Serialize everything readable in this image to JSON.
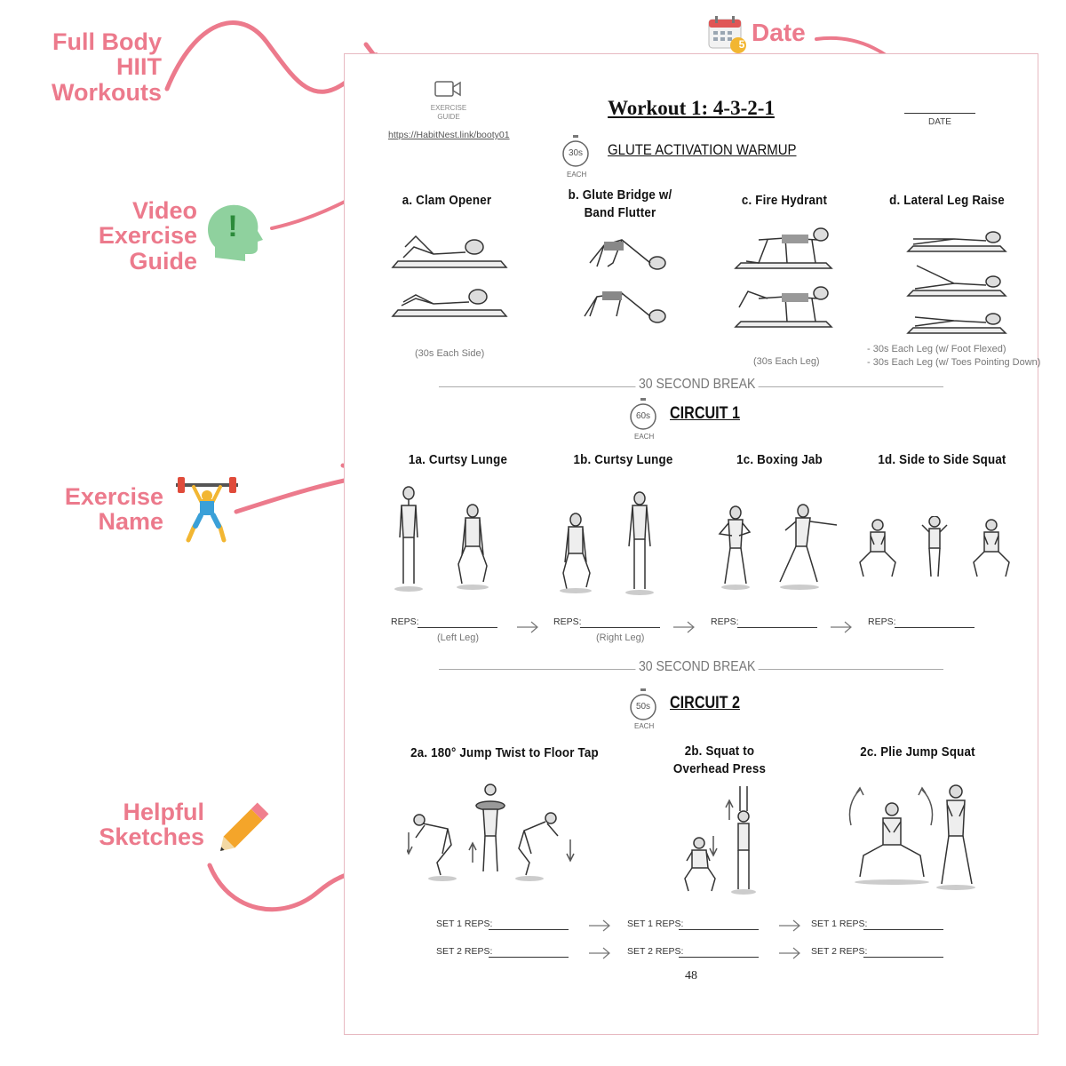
{
  "callouts": {
    "full_body": [
      "Full Body",
      "HIIT",
      "Workouts"
    ],
    "date": "Date",
    "date_badge": "5",
    "video": [
      "Video",
      "Exercise",
      "Guide"
    ],
    "video_badge": "!",
    "exercise_name": [
      "Exercise",
      "Name"
    ],
    "sketches": [
      "Helpful",
      "Sketches"
    ]
  },
  "page": {
    "title": "Workout 1: 4-3-2-1",
    "date_label": "DATE",
    "exercise_guide": {
      "label_line1": "EXERCISE",
      "label_line2": "GUIDE",
      "link": "https://HabitNest.link/booty01"
    },
    "page_number": "48"
  },
  "warmup": {
    "timer": "30s",
    "each": "EACH",
    "title": "GLUTE ACTIVATION WARMUP",
    "exercises": [
      {
        "name_line1": "a. Clam Opener",
        "name_line2": ""
      },
      {
        "name_line1": "b. Glute Bridge w/",
        "name_line2": "Band Flutter"
      },
      {
        "name_line1": "c. Fire Hydrant",
        "name_line2": ""
      },
      {
        "name_line1": "d. Lateral Leg Raise",
        "name_line2": ""
      }
    ],
    "notes": {
      "a": "(30s Each Side)",
      "c": "(30s Each Leg)",
      "d1": "- 30s Each Leg (w/ Foot Flexed)",
      "d2": "- 30s Each Leg (w/ Toes Pointing Down)"
    }
  },
  "break1": "30 SECOND BREAK",
  "circuit1": {
    "timer": "60s",
    "each": "EACH",
    "title": "CIRCUIT 1",
    "exercises": [
      {
        "name": "1a. Curtsy Lunge",
        "reps_label": "REPS:",
        "note": "(Left Leg)"
      },
      {
        "name": "1b. Curtsy Lunge",
        "reps_label": "REPS:",
        "note": "(Right Leg)"
      },
      {
        "name": "1c. Boxing Jab",
        "reps_label": "REPS:",
        "note": ""
      },
      {
        "name": "1d. Side to Side Squat",
        "reps_label": "REPS:",
        "note": ""
      }
    ]
  },
  "break2": "30 SECOND BREAK",
  "circuit2": {
    "timer": "50s",
    "each": "EACH",
    "title": "CIRCUIT 2",
    "exercises": [
      {
        "name_line1": "2a. 180° Jump Twist to Floor Tap",
        "name_line2": "",
        "set1": "SET 1 REPS:",
        "set2": "SET 2 REPS:"
      },
      {
        "name_line1": "2b. Squat to",
        "name_line2": "Overhead Press",
        "set1": "SET 1 REPS:",
        "set2": "SET 2 REPS:"
      },
      {
        "name_line1": "2c. Plie Jump Squat",
        "name_line2": "",
        "set1": "SET 1 REPS:",
        "set2": "SET 2 REPS:"
      }
    ]
  },
  "colors": {
    "accent_pink": "#ec7a8c",
    "sheet_border": "#e7b9c1",
    "ink": "#222222"
  },
  "icons": [
    "calendar-icon",
    "head-alert-icon",
    "weightlifter-icon",
    "pencil-icon",
    "video-camera-icon",
    "stopwatch-icon",
    "arrow-right-icon"
  ]
}
